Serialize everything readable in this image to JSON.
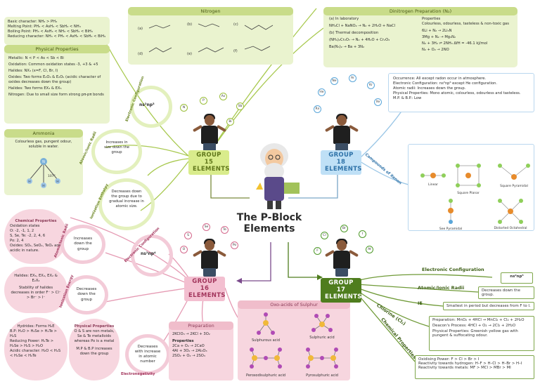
{
  "center": {
    "title_line1": "The P-Block",
    "title_line2": "Elements"
  },
  "groups": {
    "g15": "GROUP 15\nELEMENTS",
    "g16": "GROUP 16\nELEMENTS",
    "g17": "GROUP 17\nELEMENTS",
    "g18": "GROUP 18\nELEMENTS"
  },
  "group15": {
    "nitrogen_title": "Nitrogen",
    "nitrogen_labels": [
      "(a)",
      "(b)",
      "(c)",
      "(d)",
      "(e)",
      "(f)"
    ],
    "hydride_lines": [
      "Basic character: NH₃ > PH₃",
      "Melting Point: PH₃ < AsH₃ < SbH₃ < NH₃",
      "Boiling Point: PH₃ < AsH₃ < NH₃ < SbH₃ < BiH₃",
      "Reducing character: NH₃ < PH₃ < AsH₃ < SbH₃ < BiH₃"
    ],
    "physical_title": "Physical Properties",
    "physical_lines": [
      "Metallic: N < P < As < Sb < Bi",
      "Oxidation: Common oxidation states -3, +3 & +5",
      "Halides: NX₃ (x=F, Cl, Br, I)",
      "Oxides: Two forms E₂O₃ & E₂O₅ (acidic character of oxides decreases down the group)",
      "Halides: Two forms EX₃ & EX₅",
      "Nitrogen: Due to small size form strong pπ-pπ bonds"
    ],
    "ammonia_title": "Ammonia",
    "ammonia_text": "Colourless gas, pungent odour, soluble in water.",
    "ammonia_atoms": [
      "N",
      "H",
      "H",
      "H"
    ],
    "ammonia_angle": "107°",
    "config_label": "Electronic Configuration",
    "config_value": "ns²np³",
    "radii_label": "Atomic/Ionic Radii",
    "radii_text": "Increases in size down the group",
    "ie_label": "Ionization Enthalpy",
    "ie_text": "Decreases down the group due to gradual increase in atomic size.",
    "atoms": [
      "N",
      "P",
      "As",
      "Sb",
      "Bi"
    ]
  },
  "dinitrogen": {
    "title": "Dinitrogen Preparation (N₂)",
    "lines": [
      "(a) In laboratory",
      "NH₄Cl + NaNO₂ → N₂ + 2H₂O + NaCl",
      "(b) Thermal decomposition",
      "(NH₄)₂Cr₂O₇ → N₂ + 4H₂O + Cr₂O₃",
      "Ba(N₃)₂ → Ba + 3N₂"
    ],
    "properties_title": "Properties",
    "properties_text": "Colourless, odourless, tasteless & non-toxic gas",
    "reactions": [
      "6Li + N₂ → 2Li₃N",
      "3Mg + N₂ → Mg₃N₂",
      "N₂ + 3H₂ ⇌ 2NH₃   ΔfH = -46.1 kJ/mol",
      "N₂ + O₂ → 2NO"
    ]
  },
  "group18": {
    "info_lines": [
      "Occurrence: All except radon occur in atmosphere.",
      "Electronic Configuration: ns²np⁶ except He configuration.",
      "Atomic radii: Increases down the group.",
      "Physical Properties: Mono atomic, colourless, odourless and tasteless.",
      "M.P. & B.P.: Low"
    ],
    "compounds_label": "Compounds of Xenon",
    "shapes": [
      "Linear",
      "Square Planar",
      "Square Pyramidal",
      "Distorted Octahedral",
      "See Pyramidal"
    ],
    "atoms": [
      "He",
      "Ne",
      "Ar",
      "Kr",
      "Xe",
      "Rn"
    ]
  },
  "group16": {
    "chemical_title": "Chemical Properties",
    "chemical_lines": [
      "Oxidation states",
      "O: -2, -1, 1, 2",
      "S, Se, Te: -2, 2, 4, 6",
      "Po: 2, 4",
      "Oxides: SO₂, SeO₂, TeO₂ are acidic in nature."
    ],
    "halides_text": "Halides: EX₆, EX₄, EX₂ & E₂X₂",
    "halides_stability": "Stability of halides decreases in order F⁻ > Cl⁻ > Br⁻ > I⁻",
    "hydrides_text": "Hydrides: Forms H₂E",
    "hydrides_bp": "B.P: H₂O > H₂Se > H₂Te > H₂S",
    "hydrides_reducing": "Reducing Power: H₂Te > H₂Se > H₂S > H₂O",
    "hydrides_acidic": "Acidic character: H₂O < H₂S < H₂Se < H₂Te",
    "radii_label": "Atomic/Ionic Radii",
    "radii_text": "Increases down the group",
    "ie_label": "Ionization Energy",
    "ie_text": "Decreases down the group",
    "physical_title": "Physical Properties",
    "physical_text": "O & S are non metals, Se & Te metalloids whereas Po is a metal",
    "mp_text": "M.P & B.P increases down the group",
    "config_label": "Electronic Configuration",
    "config_value": "ns²np⁴",
    "en_label": "Electronegativity",
    "en_text": "Decreases with increase in atomic number",
    "atoms": [
      "O",
      "S",
      "Se",
      "Te",
      "Po"
    ]
  },
  "oxoacids": {
    "title": "Oxo-acids of Sulphur",
    "names": [
      "Sulphurous acid",
      "Sulphuric acid",
      "Peroxodisulphuric acid",
      "Pyrosulphuric acid"
    ]
  },
  "preparation": {
    "title": "Preparation",
    "lines": [
      "2KClO₃ → 2KCl + 3O₂",
      "Properties",
      "2Ca + O₂ → 2CaO",
      "4Al + 3O₂ → 2Al₂O₃",
      "2SO₂ + O₂ → 2SO₃"
    ]
  },
  "group17": {
    "config_label": "Electronic Configuration",
    "config_value": "ns²np⁵",
    "radii_label": "Atomic/Ionic Radii",
    "radii_text": "Decreases down the group.",
    "ie_label": "IE",
    "ie_text": "Smallest in period but decreases from F to I.",
    "chlorine_label": "Chlorine (Cl₂)",
    "chlorine_lines": [
      "Preparation: MnO₂ + 4HCl → MnCl₂ + Cl₂ + 2H₂O",
      "Deacon's Process: 4HCl + O₂ → 2Cl₂ + 2H₂O",
      "Physical Properties: Greenish yellow gas with pungent & suffocating odour."
    ],
    "chemical_label": "Chemical Properties",
    "chemical_lines": [
      "Oxidising Power: F > Cl > Br > I",
      "Reactivity towards hydrogen: H–F > H–Cl > H–Br > H–I",
      "Reactivity towards metals: MF > MCl > MBr > MI"
    ],
    "atoms": [
      "F",
      "Cl",
      "Br",
      "I",
      "At"
    ]
  },
  "colors": {
    "green": "#9bbf3b",
    "blue": "#5aa6d9",
    "pink": "#d46a8d",
    "dark_green": "#4f7d1e",
    "purple": "#7b4a8c"
  }
}
